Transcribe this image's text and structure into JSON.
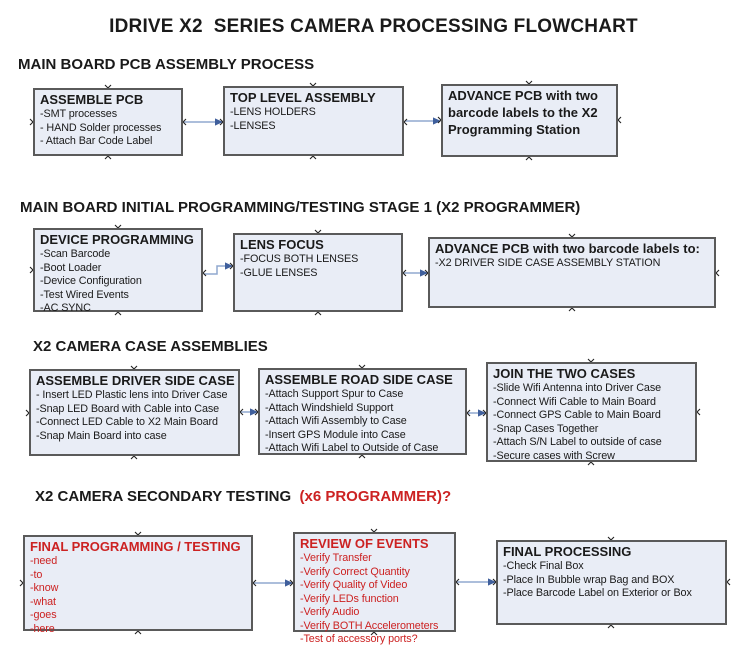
{
  "title": "IDRIVE X2  SERIES CAMERA PROCESSING FLOWCHART",
  "colors": {
    "box_fill": "#e9edf6",
    "box_border": "#5a5a5a",
    "arrow_shaft": "#90a8cf",
    "arrow_head": "#3f5f9c",
    "red_text": "#cc2222"
  },
  "sections": [
    {
      "heading": "MAIN BOARD PCB ASSEMBLY PROCESS",
      "boxes": [
        {
          "title": "ASSEMBLE PCB",
          "lines": [
            "-SMT processes",
            "- HAND Solder processes",
            "- Attach Bar Code Label"
          ]
        },
        {
          "title": "TOP LEVEL ASSEMBLY",
          "lines": [
            "-LENS HOLDERS",
            "-LENSES"
          ]
        },
        {
          "title": "ADVANCE PCB with two barcode labels to the X2 Programming Station",
          "lines": []
        }
      ]
    },
    {
      "heading": "MAIN BOARD INITIAL PROGRAMMING/TESTING STAGE 1 (X2 PROGRAMMER)",
      "boxes": [
        {
          "title": "DEVICE PROGRAMMING",
          "lines": [
            "-Scan Barcode",
            "-Boot Loader",
            "-Device Configuration",
            "-Test Wired Events",
            "-AC SYNC"
          ]
        },
        {
          "title": "LENS FOCUS",
          "lines": [
            "-FOCUS BOTH LENSES",
            "-GLUE LENSES"
          ]
        },
        {
          "title": "ADVANCE PCB with two barcode labels to:",
          "lines": [
            "-X2 DRIVER  SIDE  CASE  ASSEMBLY STATION"
          ]
        }
      ]
    },
    {
      "heading": "X2 CAMERA CASE ASSEMBLIES",
      "boxes": [
        {
          "title": "ASSEMBLE DRIVER SIDE CASE",
          "lines": [
            "- Insert LED Plastic lens into Driver Case",
            "-Snap LED Board with Cable into Case",
            "-Connect LED Cable to X2 Main Board",
            "-Snap Main Board into case"
          ]
        },
        {
          "title": "ASSEMBLE ROAD SIDE CASE",
          "lines": [
            "-Attach Support Spur to Case",
            "-Attach Windshield Support",
            "-Attach Wifi Assembly to Case",
            "-Insert GPS Module into Case",
            "-Attach Wifi Label to Outside of Case"
          ]
        },
        {
          "title": "JOIN THE TWO CASES",
          "lines": [
            "-Slide Wifi Antenna into Driver Case",
            "-Connect Wifi Cable to Main Board",
            "-Connect GPS Cable to Main Board",
            "-Snap Cases Together",
            "-Attach S/N Label to outside of case",
            "-Secure cases with Screw"
          ]
        }
      ]
    },
    {
      "heading": "X2 CAMERA SECONDARY TESTING  ",
      "heading_suffix": "(x6 PROGRAMMER)?",
      "boxes": [
        {
          "title": "FINAL PROGRAMMING / TESTING",
          "lines": [
            "-need",
            "-to",
            "-know",
            "-what",
            "-goes",
            "-here"
          ]
        },
        {
          "title": "REVIEW OF EVENTS",
          "lines": [
            "-Verify Transfer",
            "-Verify Correct Quantity",
            "-Verify Quality of Video",
            "-Verify LEDs function",
            "-Verify Audio",
            "-Verify BOTH Accelerometers",
            "-Test of accessory ports?"
          ]
        },
        {
          "title": "FINAL PROCESSING",
          "lines": [
            " -Check Final Box",
            "-Place In Bubble wrap Bag and BOX",
            "-Place Barcode Label on Exterior or Box"
          ]
        }
      ]
    }
  ]
}
